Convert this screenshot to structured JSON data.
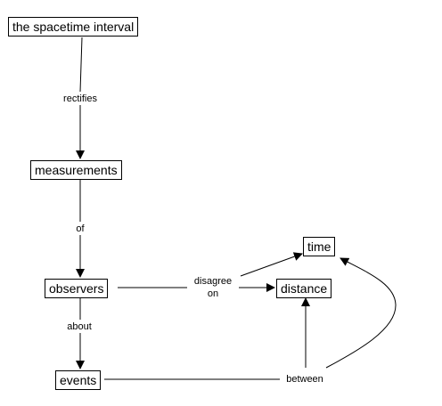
{
  "nodes": {
    "spacetime_interval": "the spacetime interval",
    "measurements": "measurements",
    "observers": "observers",
    "events": "events",
    "time": "time",
    "distance": "distance"
  },
  "links": {
    "rectifies": "rectifies",
    "of": "of",
    "about": "about",
    "disagree_on_line1": "disagree",
    "disagree_on_line2": "on",
    "between": "between"
  }
}
